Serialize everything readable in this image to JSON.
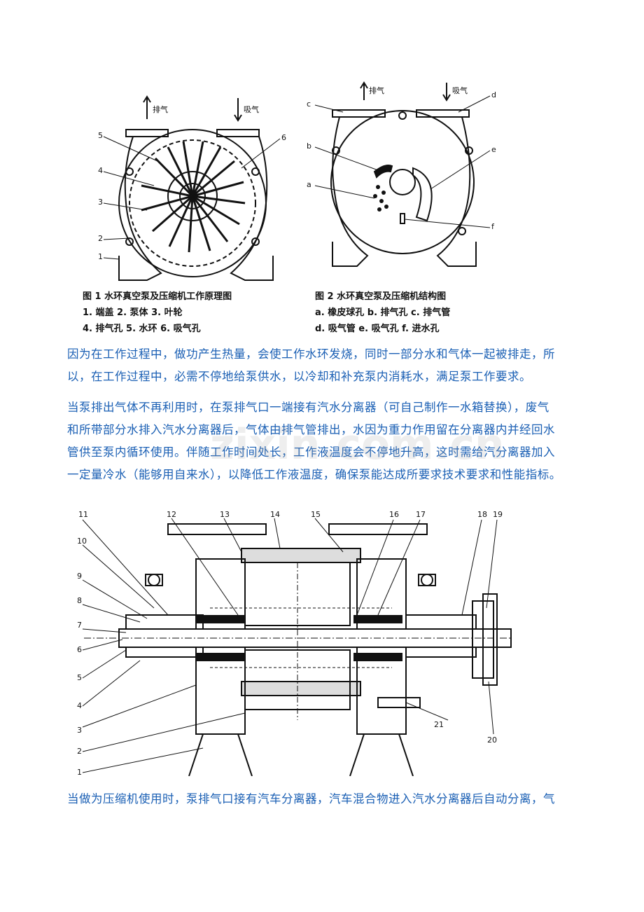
{
  "figure1": {
    "labels": [
      "5",
      "6",
      "4",
      "3",
      "2",
      "1"
    ],
    "exhaust_label": "排气",
    "suction_label": "吸气",
    "caption_title": "图 1   水环真空泵及压缩机工作原理图",
    "caption_line1": "1. 端盖    2. 泵体    3. 叶轮",
    "caption_line2": "4. 排气孔   5. 水环   6. 吸气孔"
  },
  "figure2": {
    "labels": [
      "c",
      "d",
      "b",
      "e",
      "a",
      "f"
    ],
    "exhaust_label": "排气",
    "suction_label": "吸气",
    "caption_title": "图 2   水环真空泵及压缩机结构图",
    "caption_line1": "a. 橡皮球孔   b. 排气孔   c. 排气管",
    "caption_line2": "d. 吸气管    e. 吸气孔   f. 进水孔"
  },
  "para1": [
    "因为在工作过程中，做功产生热量，会使工作水环发烧，同时一部分水和气体一起被排走，所",
    "以，在工作过程中，必需不停地给泵供水，以冷却和补充泵内消耗水，满足泵工作要求。"
  ],
  "para2": [
    "当泵排出气体不再利用时，在泵排气口一端接有汽水分离器（可自己制作一水箱替换），废气",
    "和所带部分水排入汽水分离器后，气体由排气管排出，水因为重力作用留在分离器内并经回水",
    "管供至泵内循环使用。伴随工作时间处长，工作液温度会不停地升高，这时需给汽分离器加入",
    "一定量冷水（能够用自来水），以降低工作液温度，确保泵能达成所要求技术要求和性能指标。"
  ],
  "figure3": {
    "top_labels": [
      "11",
      "12",
      "13",
      "14",
      "15",
      "16",
      "17",
      "18",
      "19"
    ],
    "left_labels": [
      "10",
      "9",
      "8",
      "7",
      "6",
      "5",
      "4",
      "3",
      "2",
      "1"
    ],
    "bottom_labels": [
      "21",
      "20"
    ]
  },
  "para3": [
    "当做为压缩机使用时，泵排气口接有汽车分离器，汽车混合物进入汽水分离器后自动分离，气"
  ],
  "watermark": "zixin.com.cn"
}
